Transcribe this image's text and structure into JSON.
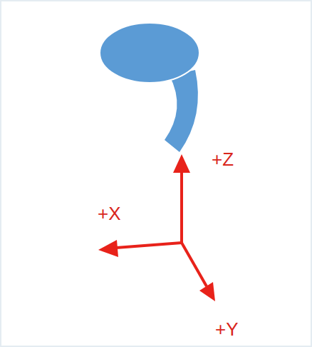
{
  "diagram": {
    "labels": [
      "+Z",
      "+X",
      "+Y"
    ]
  }
}
